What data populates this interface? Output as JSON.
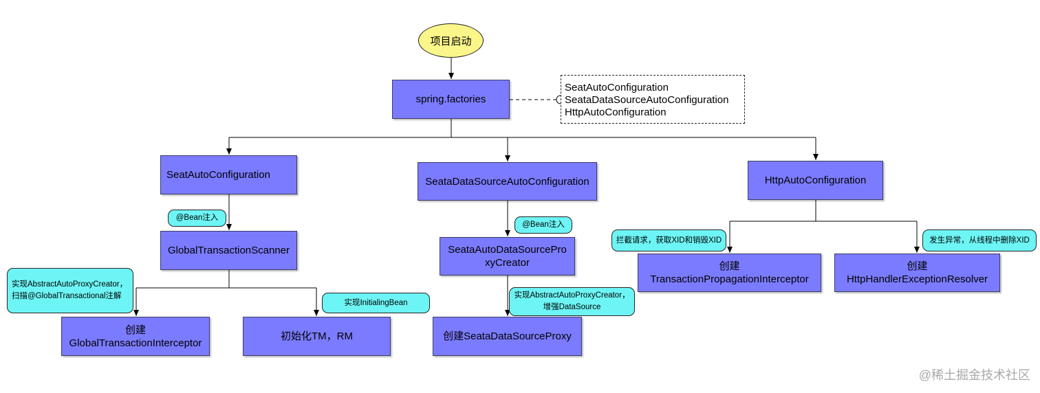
{
  "start": "项目启动",
  "factories": "spring.factories",
  "factories_note": [
    "SeatAutoConfiguration",
    "SeataDataSourceAutoConfiguration",
    "HttpAutoConfiguration"
  ],
  "seat_auto_config": "SeatAutoConfiguration",
  "datasource_auto_config": "SeataDataSourceAutoConfiguration",
  "http_auto_config": "HttpAutoConfiguration",
  "global_tx_scanner": "GlobalTransactionScanner",
  "proxy_creator": [
    "SeataAutoDataSourcePro",
    "xyCreator"
  ],
  "create_interceptor": [
    "创建",
    "GlobalTransactionInterceptor"
  ],
  "init_tm_rm": "初始化TM，RM",
  "create_ds_proxy": "创建SeataDataSourceProxy",
  "create_propagation": [
    "创建",
    "TransactionPropagationInterceptor"
  ],
  "create_resolver": [
    "创建",
    "HttpHandlerExceptionResolver"
  ],
  "note_bean_left": "@Bean注入",
  "note_bean_mid": "@Bean注入",
  "note_abstract_proxy": [
    "实现AbstractAutoProxyCreator，",
    "扫描@GlobalTransactional注解"
  ],
  "note_initializing": "实现InitialingBean",
  "note_enhance_ds": [
    "实现AbstractAutoProxyCreator，",
    "增强DataSource"
  ],
  "note_intercept": "拦截请求，获取XID和销毁XID",
  "note_exception": "发生异常，从线程中删除XID",
  "watermark": "@稀土掘金技术社区"
}
